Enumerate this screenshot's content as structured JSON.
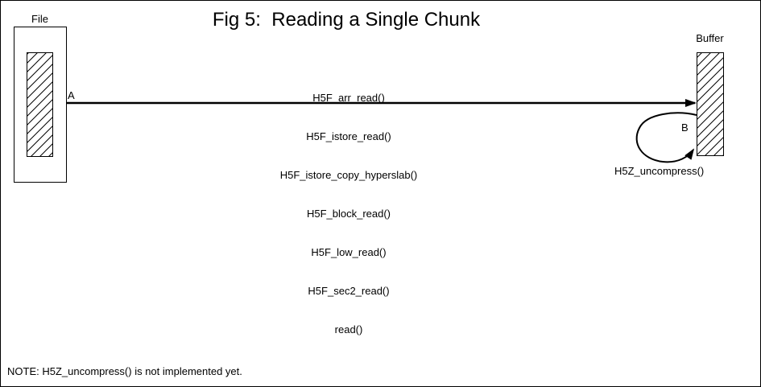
{
  "figure": {
    "title": "Fig 5:  Reading a Single Chunk"
  },
  "file": {
    "label": "File"
  },
  "buffer": {
    "label": "Buffer"
  },
  "read_path": {
    "label": "A",
    "functions": [
      "H5F_arr_read()",
      "H5F_istore_read()",
      "H5F_istore_copy_hyperslab()",
      "H5F_block_read()",
      "H5F_low_read()",
      "H5F_sec2_read()",
      "read()"
    ]
  },
  "uncompress_loop": {
    "label": "B",
    "function": "H5Z_uncompress()"
  },
  "note": "NOTE: H5Z_uncompress() is not implemented yet.",
  "colors": {
    "ink": "#000000",
    "background": "#ffffff"
  }
}
